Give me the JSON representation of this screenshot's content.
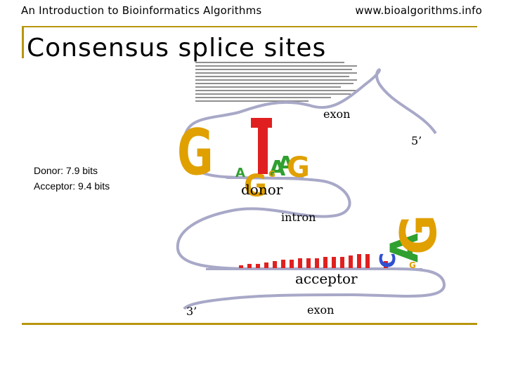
{
  "header": {
    "left": "An Introduction to Bioinformatics Algorithms",
    "right": "www.bioalgorithms.info"
  },
  "slide": {
    "title": "Consensus splice sites",
    "donor_info": "Donor: 7.9 bits",
    "acceptor_info": "Acceptor: 9.4 bits"
  },
  "figure": {
    "label_exon_top": "exon",
    "label_5prime": "5’",
    "label_donor": "donor",
    "label_intron": "intron",
    "label_acceptor": "acceptor",
    "label_3prime": "3’",
    "label_exon_bottom": "exon",
    "colors": {
      "G": "#e0a000",
      "T": "#e02020",
      "A": "#30a030",
      "C": "#3050d0",
      "rule": "#b8960c",
      "curve": "#a8a8c8"
    }
  }
}
